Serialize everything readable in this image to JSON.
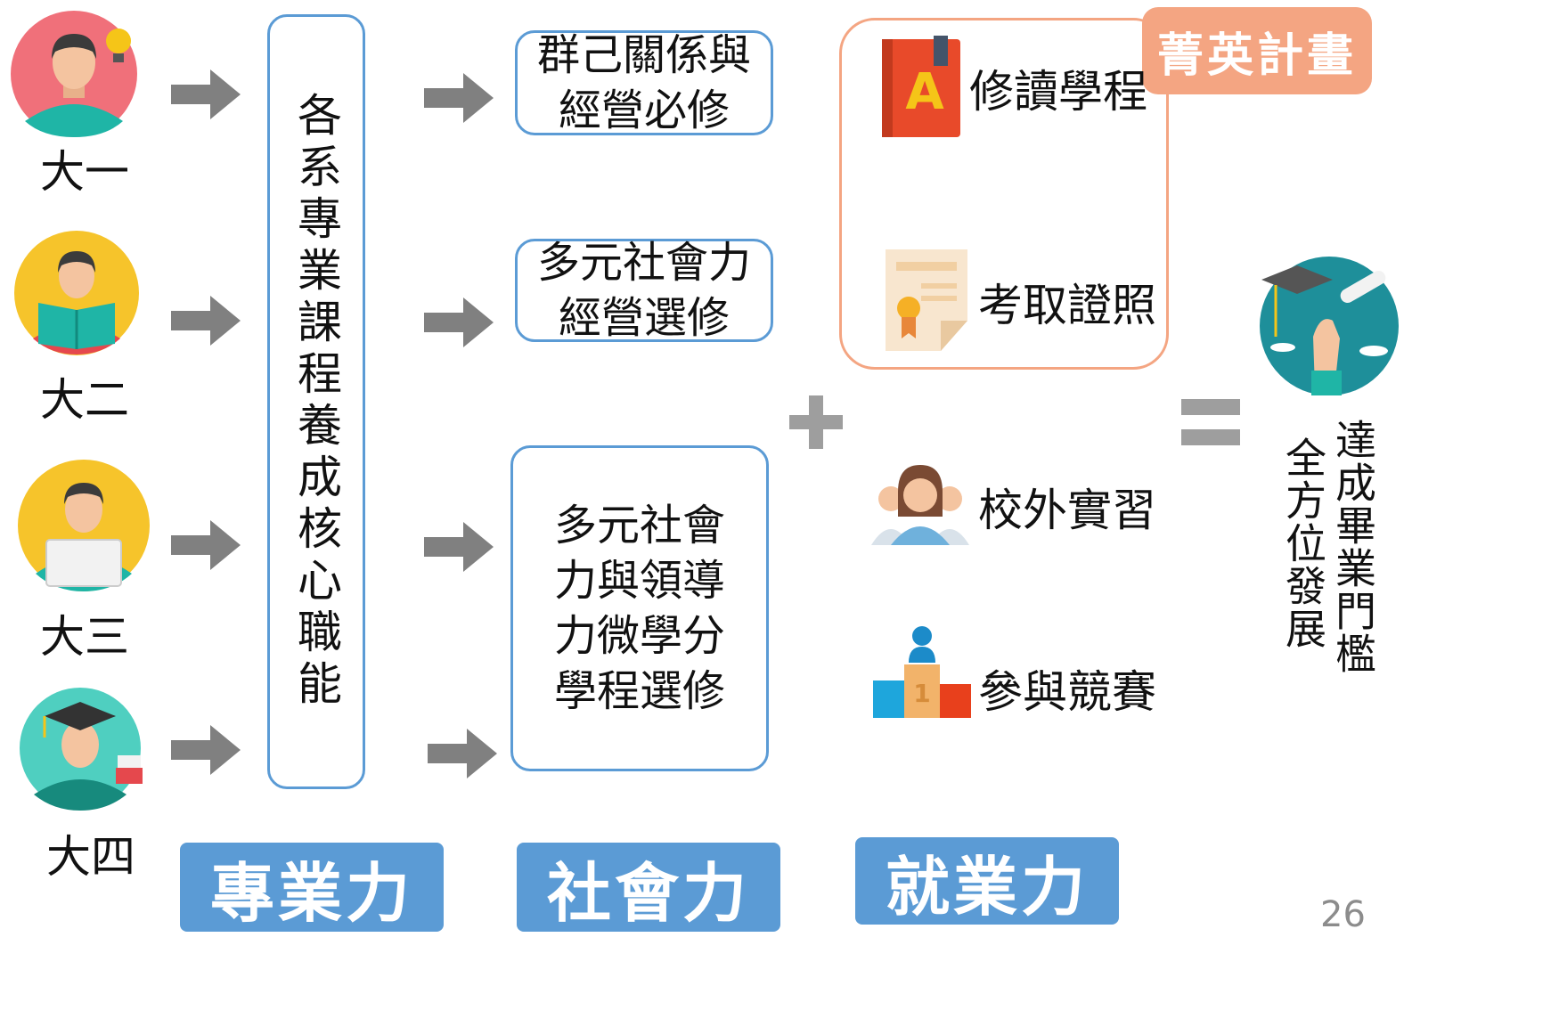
{
  "years": [
    "大一",
    "大二",
    "大三",
    "大四"
  ],
  "core": {
    "text": "各系專業課程養成核心職能"
  },
  "courses": {
    "c1": "群己關係與\n經營必修",
    "c2": "多元社會力\n經營選修",
    "c3": "多元社會\n力與領導\n力微學分\n學程選修"
  },
  "elite": {
    "tag": "菁英計畫",
    "items": [
      "修讀學程",
      "考取證照"
    ]
  },
  "employment": {
    "items": [
      "校外實習",
      "參與競賽"
    ]
  },
  "operators": {
    "plus": "+",
    "equals": "="
  },
  "result": {
    "line1": "達成畢業門檻",
    "line2": "全方位發展"
  },
  "powers": [
    "專業力",
    "社會力",
    "就業力"
  ],
  "page_number": "26",
  "colors": {
    "blue": "#5b9bd5",
    "orange": "#f4a582",
    "arrow_gray": "#808080"
  },
  "icons": {
    "year1": "student-with-lightbulb-icon",
    "year2": "student-reading-book-icon",
    "year3": "student-with-laptop-icon",
    "year4": "graduate-with-cap-and-diploma-icon",
    "program": "red-book-icon",
    "certificate": "certificate-icon",
    "internship": "group-of-people-icon",
    "competition": "podium-icon",
    "graduation": "graduation-hand-icon"
  }
}
